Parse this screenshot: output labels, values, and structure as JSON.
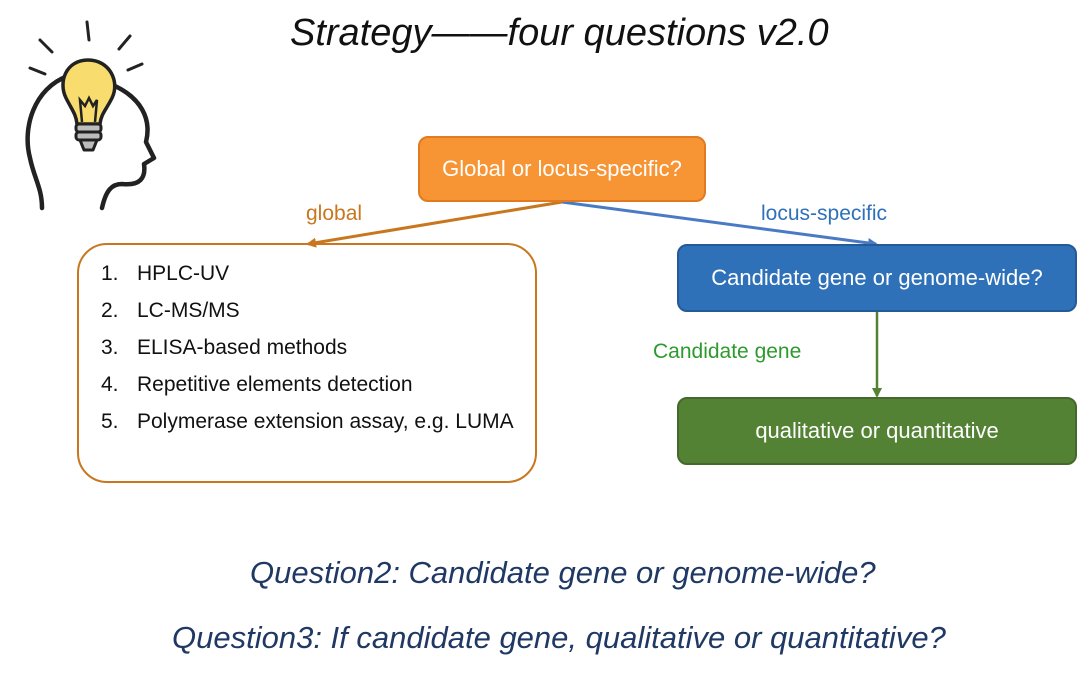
{
  "title": "Strategy——four questions v2.0",
  "icon": {
    "name": "lightbulb-head-icon"
  },
  "nodes": {
    "global_or_locus": "Global or locus-specific?",
    "candidate_or_genome": "Candidate gene or genome-wide?",
    "qualitative_or_quantitative": "qualitative or quantitative"
  },
  "edge_labels": {
    "global": "global",
    "locus_specific": "locus-specific",
    "candidate_gene": "Candidate gene"
  },
  "methods": [
    {
      "num": "1.",
      "text": "HPLC-UV"
    },
    {
      "num": "2.",
      "text": "LC-MS/MS"
    },
    {
      "num": "3.",
      "text": "ELISA-based methods"
    },
    {
      "num": "4.",
      "text": "Repetitive elements detection"
    },
    {
      "num": "5.",
      "text": "Polymerase extension assay, e.g. LUMA"
    }
  ],
  "questions": {
    "q2": "Question2: Candidate gene or genome-wide?",
    "q3": "Question3: If candidate gene, qualitative or quantitative?"
  },
  "colors": {
    "orange": "#f79433",
    "orange_dark": "#c8771e",
    "blue": "#2f71b8",
    "blue_line": "#4a7ac4",
    "green": "#548235",
    "green_label": "#2e9a2e",
    "question_text": "#1f3864"
  }
}
